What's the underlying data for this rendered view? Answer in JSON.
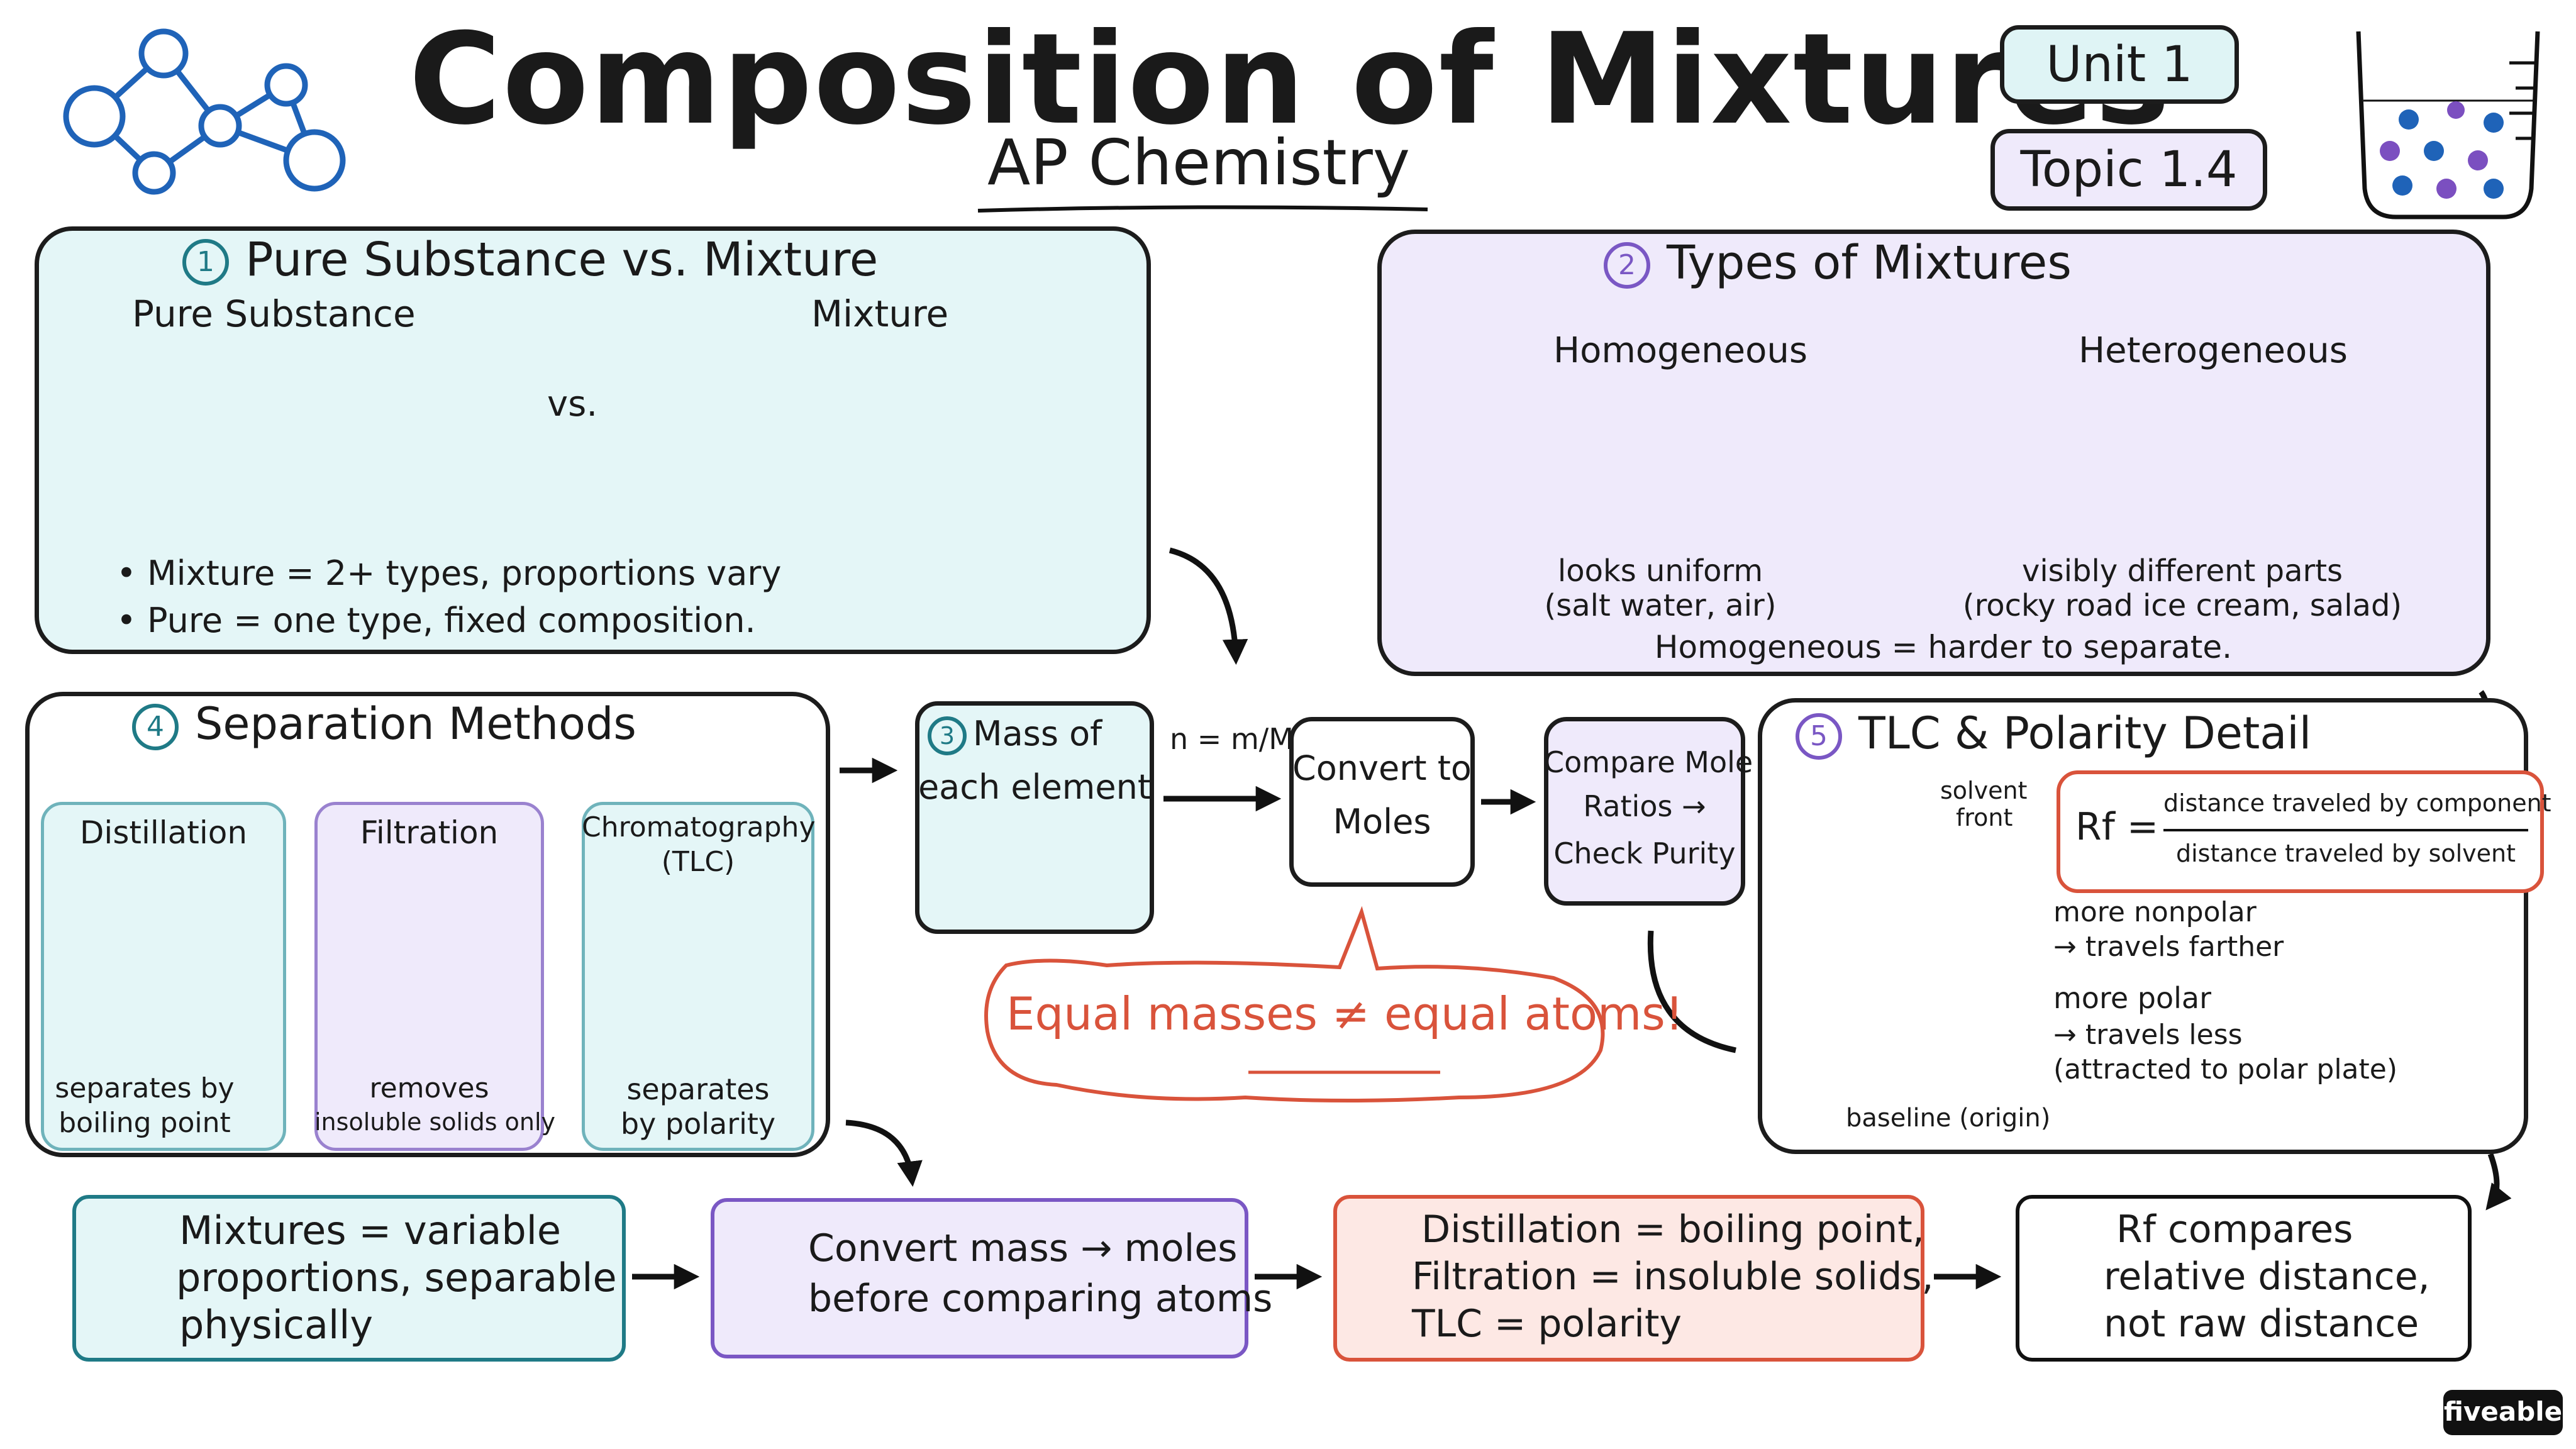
{
  "header": {
    "title": "Composition of Mixtures",
    "subtitle": "AP Chemistry",
    "unit_badge": "Unit 1",
    "topic_badge": "Topic 1.4"
  },
  "section1": {
    "number": "1",
    "title": "Pure Substance vs. Mixture",
    "pure_label": "Pure Substance",
    "mixture_label": "Mixture",
    "vs": "vs.",
    "bullets": [
      "Mixture = 2+ types, proportions vary",
      "Pure = one type, fixed composition."
    ]
  },
  "section2": {
    "number": "2",
    "title": "Types of Mixtures",
    "homogeneous": {
      "label": "Homogeneous",
      "desc1": "looks uniform",
      "desc2": "(salt water, air)"
    },
    "heterogeneous": {
      "label": "Heterogeneous",
      "desc1": "visibly different parts",
      "desc2": "(rocky road ice cream, salad)"
    },
    "footer": "Homogeneous = harder to separate."
  },
  "section3": {
    "number": "3",
    "title_line1": "Mass of",
    "title_line2": "each element",
    "formula": "n = m/M",
    "convert_line1": "Convert to",
    "convert_line2": "Moles",
    "compare_line1": "Compare Mole",
    "compare_line2": "Ratios →",
    "compare_line3": "Check Purity",
    "callout": "Equal masses ≠ equal atoms!"
  },
  "section4": {
    "number": "4",
    "title": "Separation Methods",
    "methods": [
      {
        "name": "Distillation",
        "desc1": "separates by",
        "desc2": "boiling point"
      },
      {
        "name": "Filtration",
        "desc1": "removes",
        "desc2": "insoluble solids only"
      },
      {
        "name": "Chromatography",
        "name2": "(TLC)",
        "desc1": "separates",
        "desc2": "by polarity"
      }
    ]
  },
  "section5": {
    "number": "5",
    "title": "TLC & Polarity Detail",
    "solvent_front_1": "solvent",
    "solvent_front_2": "front",
    "baseline": "baseline (origin)",
    "rf_symbol": "Rf =",
    "rf_numerator": "distance traveled by component",
    "rf_denominator": "distance traveled by solvent",
    "nonpolar_1": "more nonpolar",
    "nonpolar_2": "→ travels farther",
    "polar_1": "more polar",
    "polar_2": "→ travels less",
    "polar_3": "(attracted to polar plate)"
  },
  "summary": [
    {
      "lines": [
        "Mixtures = variable",
        "proportions, separable",
        "physically"
      ]
    },
    {
      "lines": [
        "Convert mass → moles",
        "before comparing atoms"
      ]
    },
    {
      "lines": [
        "Distillation = boiling point,",
        "Filtration = insoluble solids,",
        "TLC = polarity"
      ]
    },
    {
      "lines": [
        "Rf compares",
        "relative distance,",
        "not raw distance"
      ]
    }
  ],
  "brand": "fiveable",
  "colors": {
    "teal_fill": "#e4f6f7",
    "teal_border": "#1f7a86",
    "purple_fill": "#efeafb",
    "purple_border": "#7a57c4",
    "red_fill": "#fde8e4",
    "red_border": "#d9533b",
    "dot_blue": "#1f63b8",
    "dot_purple": "#7b4fc0"
  }
}
